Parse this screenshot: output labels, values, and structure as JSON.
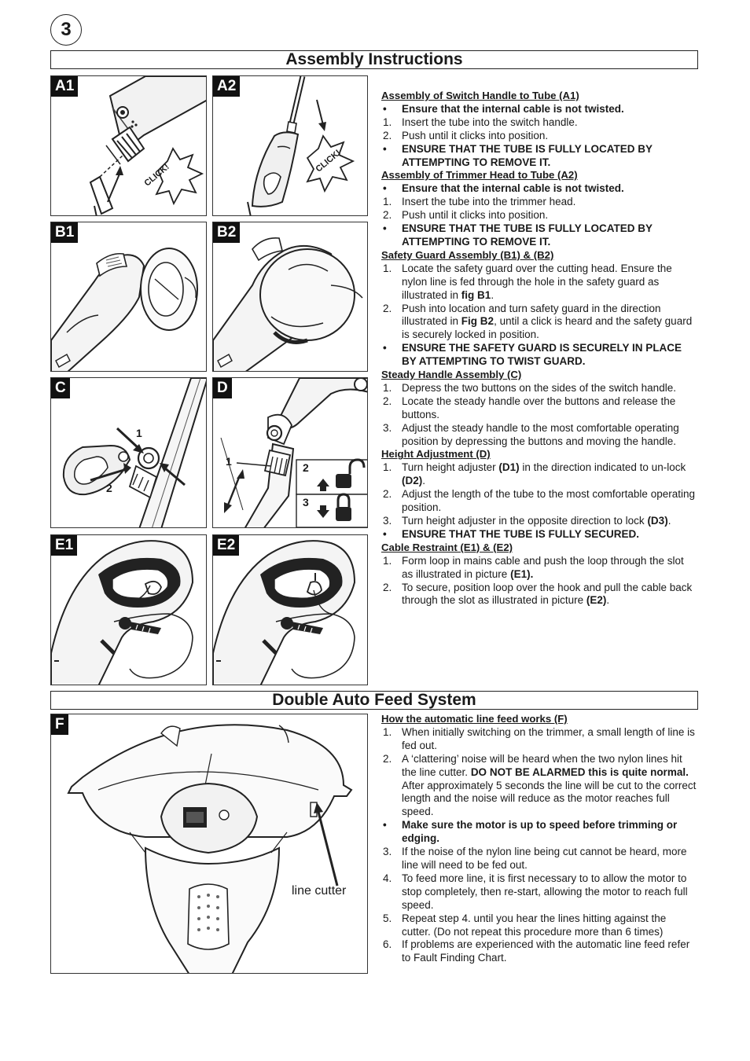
{
  "page": {
    "number": "3"
  },
  "assembly": {
    "title": "Assembly Instructions",
    "figures": {
      "a1": {
        "label": "A1",
        "click": "CLICK!"
      },
      "a2": {
        "label": "A2",
        "click": "CLICK!"
      },
      "b1": {
        "label": "B1"
      },
      "b2": {
        "label": "B2"
      },
      "c": {
        "label": "C",
        "callout_1": "1",
        "callout_2": "2"
      },
      "d": {
        "label": "D",
        "callout_1": "1",
        "callout_2": "2",
        "callout_3": "3"
      },
      "e1": {
        "label": "E1"
      },
      "e2": {
        "label": "E2"
      }
    },
    "sections": [
      {
        "heading": "Assembly of Switch Handle to Tube (A1)",
        "items": [
          {
            "mark": "•",
            "bold": true,
            "text": "Ensure that the internal cable is not twisted."
          },
          {
            "mark": "1.",
            "text": "Insert the tube into the switch handle."
          },
          {
            "mark": "2.",
            "text": "Push until it clicks into position."
          },
          {
            "mark": "•",
            "bold": true,
            "text": "ENSURE THAT THE TUBE IS FULLY LOCATED BY ATTEMPTING TO REMOVE IT."
          }
        ]
      },
      {
        "heading": "Assembly of Trimmer Head to Tube (A2)",
        "items": [
          {
            "mark": "•",
            "bold": true,
            "text": "Ensure that the internal cable is not twisted."
          },
          {
            "mark": "1.",
            "text": "Insert the tube into the trimmer head."
          },
          {
            "mark": "2.",
            "text": "Push until it clicks into position."
          },
          {
            "mark": "•",
            "bold": true,
            "text": "ENSURE THAT THE TUBE IS FULLY LOCATED BY ATTEMPTING TO REMOVE IT."
          }
        ]
      },
      {
        "heading": "Safety Guard Assembly (B1) & (B2)",
        "items": [
          {
            "mark": "1.",
            "parts": [
              {
                "t": "Locate the safety guard over the cutting head.  Ensure the nylon line is fed through the hole in the safety guard as illustrated in "
              },
              {
                "t": "fig B1",
                "b": true
              },
              {
                "t": "."
              }
            ]
          },
          {
            "mark": "2.",
            "parts": [
              {
                "t": "Push into location and turn safety guard in the direction illustrated in "
              },
              {
                "t": "Fig B2",
                "b": true
              },
              {
                "t": ", until a click is heard and the safety guard is securely locked in position."
              }
            ]
          },
          {
            "mark": "•",
            "bold": true,
            "text": "ENSURE THE SAFETY GUARD IS SECURELY IN PLACE BY ATTEMPTING TO TWIST GUARD."
          }
        ]
      },
      {
        "heading": "Steady Handle Assembly (C)",
        "items": [
          {
            "mark": "1.",
            "text": "Depress the two buttons on the sides of the switch handle."
          },
          {
            "mark": "2.",
            "text": "Locate the steady handle over the buttons and release the buttons."
          },
          {
            "mark": "3.",
            "text": "Adjust the steady handle to the most comfortable operating position by depressing the buttons and moving the handle."
          }
        ]
      },
      {
        "heading": "Height Adjustment (D)",
        "items": [
          {
            "mark": "1.",
            "parts": [
              {
                "t": "Turn height adjuster "
              },
              {
                "t": "(D1)",
                "b": true
              },
              {
                "t": " in the direction indicated to un-lock "
              },
              {
                "t": "(D2)",
                "b": true
              },
              {
                "t": "."
              }
            ]
          },
          {
            "mark": "2.",
            "text": "Adjust the length of the tube to the most comfortable operating position."
          },
          {
            "mark": "3.",
            "parts": [
              {
                "t": "Turn height adjuster in the opposite direction to lock "
              },
              {
                "t": "(D3)",
                "b": true
              },
              {
                "t": "."
              }
            ]
          },
          {
            "mark": "•",
            "bold": true,
            "text": "ENSURE THAT THE TUBE IS FULLY SECURED."
          }
        ]
      },
      {
        "heading": "Cable Restraint (E1) & (E2)",
        "items": [
          {
            "mark": "1.",
            "parts": [
              {
                "t": "Form loop in mains cable and push the loop through the slot as illustrated in picture "
              },
              {
                "t": "(E1).",
                "b": true
              }
            ]
          },
          {
            "mark": "2.",
            "parts": [
              {
                "t": "To secure, position loop over the hook and pull the cable back through the slot as illustrated in picture "
              },
              {
                "t": "(E2)",
                "b": true
              },
              {
                "t": "."
              }
            ]
          }
        ]
      }
    ]
  },
  "autofeed": {
    "title": "Double Auto Feed System",
    "figure": {
      "label": "F",
      "line_cutter": "line cutter"
    },
    "sections": [
      {
        "heading": "How the automatic line feed works (F)",
        "items": [
          {
            "mark": "1.",
            "text": "When initially switching on the trimmer, a small length of line is fed out."
          },
          {
            "mark": "2.",
            "parts": [
              {
                "t": "A ‘clattering’ noise will be heard when the two nylon lines hit the line cutter.  "
              },
              {
                "t": "DO NOT BE ALARMED this is quite normal.",
                "b": true
              },
              {
                "t": " After approximately 5 seconds the line will be cut to the correct length and the noise will reduce as the motor reaches full speed."
              }
            ]
          },
          {
            "mark": "•",
            "bold": true,
            "text": "Make sure the motor is up to speed before trimming or edging."
          },
          {
            "mark": "3.",
            "text": "If the noise of the nylon line being cut cannot be heard, more line will need to be fed out."
          },
          {
            "mark": "4.",
            "text": "To feed more line, it is first necessary to to allow the motor to stop completely, then re-start, allowing the motor to reach full speed."
          },
          {
            "mark": "5.",
            "text": "Repeat step 4. until you hear the lines hitting against the cutter.  (Do not repeat this procedure more than 6 times)"
          },
          {
            "mark": "6.",
            "text": "If problems are experienced with the automatic line feed refer to Fault Finding Chart."
          }
        ]
      }
    ]
  }
}
